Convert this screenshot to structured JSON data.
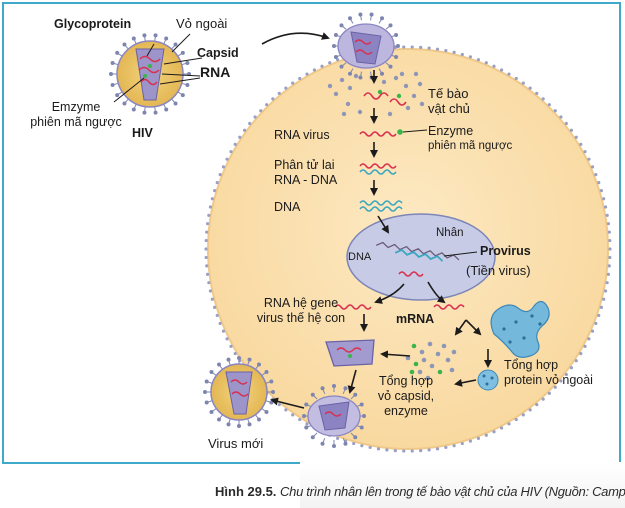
{
  "labels": {
    "glycoprotein": "Glycoprotein",
    "outer_envelope": "Vỏ ngoài",
    "capsid": "Capsid",
    "rna": "RNA",
    "rt_enzyme_line1": "Emzyme",
    "rt_enzyme_line2": "phiên mã ngược",
    "hiv": "HIV",
    "host_cell_line1": "Tế bào",
    "host_cell_line2": "vật chủ",
    "rna_virus": "RNA virus",
    "enzyme_line1": "Enzyme",
    "enzyme_line2": "phiên mã ngược",
    "hybrid_line1": "Phân tử lai",
    "hybrid_line2": "RNA - DNA",
    "dna": "DNA",
    "nucleus": "Nhân",
    "dna_small": "DNA",
    "provirus": "Provirus",
    "provirus_sub": "(Tiền virus)",
    "rna_genome_line1": "RNA hệ gene",
    "rna_genome_line2": "virus thế hệ con",
    "mrna": "mRNA",
    "envelope_protein_line1": "Tổng hợp",
    "envelope_protein_line2": "protein vỏ ngoài",
    "capsid_synth_line1": "Tổng hợp",
    "capsid_synth_line2": "vỏ capsid,",
    "capsid_synth_line3": "enzyme",
    "new_virus": "Virus mới"
  },
  "caption": {
    "figure": "Hình 29.5.",
    "text": "Chu trình nhân lên trong tế bào vật chủ của HIV  (Nguồn: Campbell Biology)"
  },
  "colors": {
    "frame": "#3fa9c9",
    "cell_fill": "#fbe0ae",
    "cell_border": "#efc07a",
    "membrane_dots": "#8e96b8",
    "virus_capsid": "#9a93c6",
    "virus_core": "#e9c46a",
    "rna": "#d9304f",
    "dna": "#3aa7c0",
    "nucleus": "#c9cde6",
    "enzyme": "#3ab54a"
  }
}
